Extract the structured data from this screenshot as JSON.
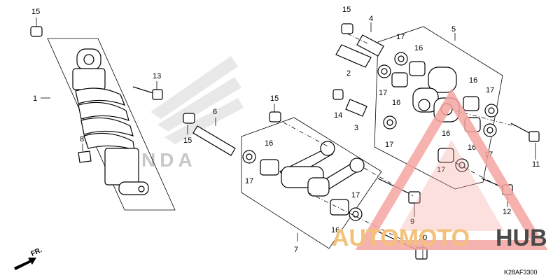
{
  "diagram": {
    "code": "K28AF3300",
    "direction_label": "FR.",
    "brand_text": "HONDA",
    "watermark": {
      "left": "AUTOMOTO",
      "right": "HUB",
      "color_accent": "#f5a5a0",
      "color_gold": "#f3c27a",
      "color_dark": "#4a4a4a"
    },
    "callouts": {
      "c15a": "15",
      "c1": "1",
      "c13": "13",
      "c8": "8",
      "c6": "6",
      "c15b": "15",
      "c15c": "15",
      "c16a": "16",
      "c17a": "17",
      "c7": "7",
      "c16b": "16",
      "c17b": "17",
      "c15d": "15",
      "c4": "4",
      "c17c": "17",
      "c16c": "16",
      "c5": "5",
      "c2": "2",
      "c17d": "17",
      "c16d": "16",
      "c14": "14",
      "c3": "3",
      "c17e": "17",
      "c16e": "16",
      "c17f": "17",
      "c16f": "16",
      "c17g": "17",
      "c16g": "16",
      "c17h": "17",
      "c11": "11",
      "c9": "9",
      "c12": "12",
      "c10": "10"
    }
  }
}
